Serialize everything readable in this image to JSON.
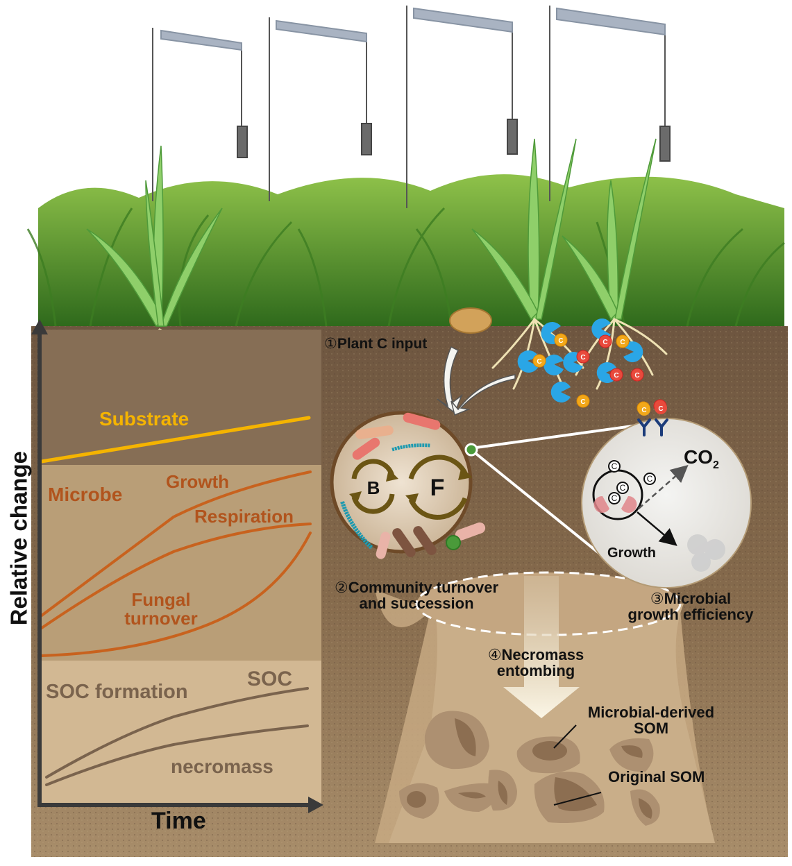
{
  "colors": {
    "substrate": "#f5b400",
    "microbe": "#c8621e",
    "soc": "#7a634d",
    "axis": "#3a3a3a",
    "panel_substrate": "#866e55",
    "panel_microbe": "#b99e77",
    "panel_soc": "#d2b893",
    "soil": "#7d6449",
    "grass": "#4f8c2a"
  },
  "graph": {
    "y_axis_label": "Relative change",
    "x_axis_label": "Time",
    "substrate_panel": {
      "title": "Substrate",
      "curves": [
        {
          "name": "Substrate",
          "trend": "linear increase",
          "start": 0.05,
          "end": 0.45
        }
      ]
    },
    "microbe_panel": {
      "title": "Microbe",
      "curves": [
        {
          "name": "Growth",
          "label": "Growth",
          "trend": "sigmoid increase, highest"
        },
        {
          "name": "Respiration",
          "label": "Respiration",
          "trend": "concave increase"
        },
        {
          "name": "Fungal turnover",
          "label_line1": "Fungal",
          "label_line2": "turnover",
          "trend": "convex (accelerating) increase"
        }
      ]
    },
    "soc_panel": {
      "title": "SOC formation",
      "curves": [
        {
          "name": "SOC",
          "label": "SOC",
          "trend": "increase, upper"
        },
        {
          "name": "necromass",
          "label": "necromass",
          "trend": "increase, lower"
        }
      ]
    }
  },
  "processes": {
    "step1": {
      "number": "①",
      "text": "Plant C input"
    },
    "step2": {
      "number": "②",
      "line1": "Community  turnover",
      "line2": "and succession",
      "bacteria_letter": "B",
      "fungi_letter": "F"
    },
    "step3": {
      "number": "③",
      "line1": "Microbial",
      "line2": "growth efficiency",
      "co2": "CO",
      "co2_sub": "2",
      "growth": "Growth",
      "carbon_symbol": "C"
    },
    "step4": {
      "number": "④",
      "line1": "Necromass",
      "line2": "entombing"
    }
  },
  "som_labels": {
    "microbial_line1": "Microbial-derived",
    "microbial_line2": "SOM",
    "original": "Original SOM"
  },
  "icons": [
    "warming-lamp-icon",
    "rice-plant-icon",
    "root-icon",
    "enzyme-pacman-icon",
    "carbon-molecule-icon",
    "bacteria-icon",
    "cycle-arrow-icon",
    "receptor-icon",
    "aggregate-icon",
    "straw-residue-icon"
  ]
}
